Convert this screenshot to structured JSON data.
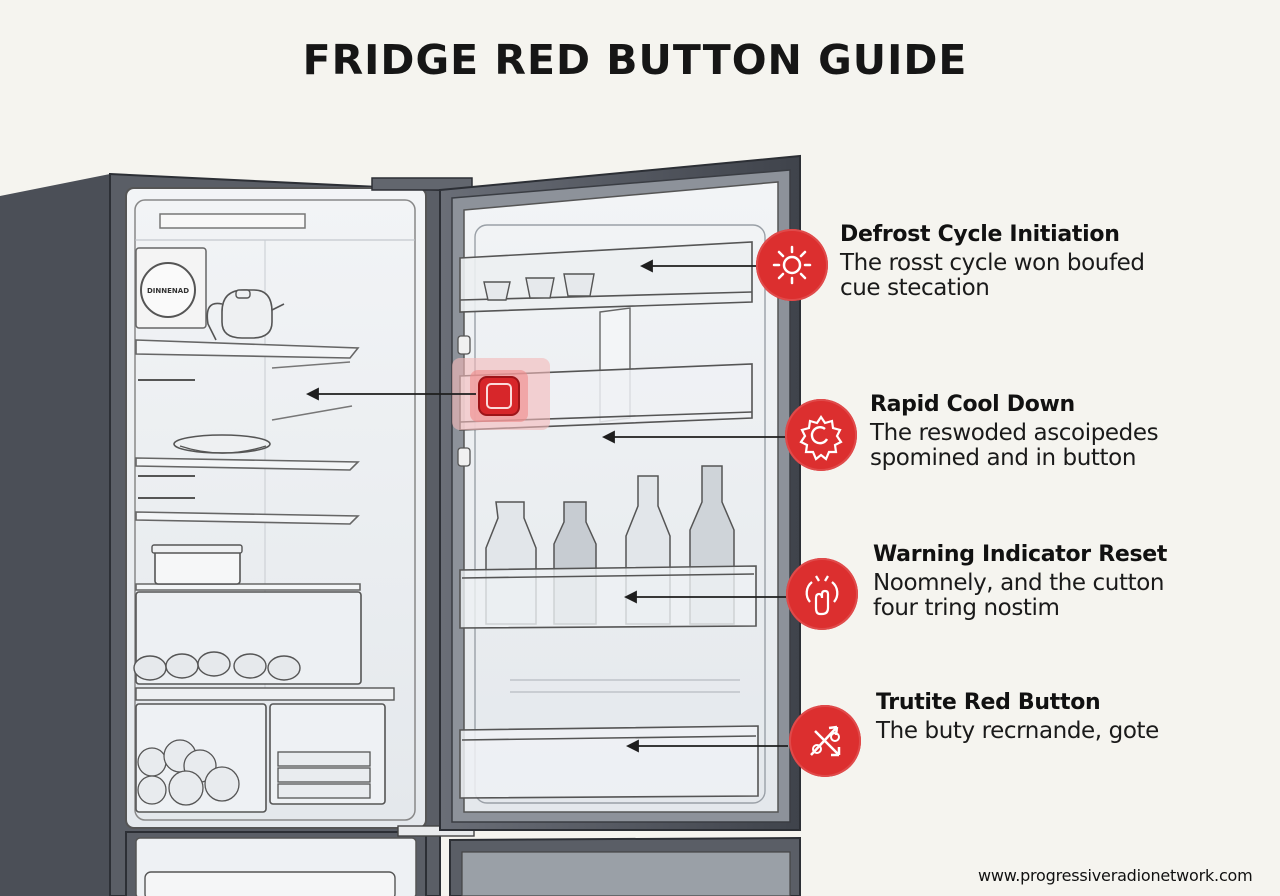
{
  "title": "FRIDGE RED BUTTON GUIDE",
  "dial_label": "DINNENAD",
  "callouts": [
    {
      "heading": "Defrost Cycle Initiation",
      "text": "The rosst cycle won boufed cue stecation",
      "icon": "sun-icon"
    },
    {
      "heading": "Rapid Cool Down",
      "text": "The reswoded ascoipedes spomined and in button",
      "icon": "gear-icon"
    },
    {
      "heading": "Warning Indicator Reset",
      "text": "Noomnely, and the cutton four tring nostim",
      "icon": "alert-hand-icon"
    },
    {
      "heading": "Trutite Red Button",
      "text": "The buty recrnande, gote",
      "icon": "cross-arrows-icon"
    }
  ],
  "website": "www.progressiveradionetwork.com",
  "colors": {
    "accent": "#dc2f2f",
    "fridge_body": "#50545d",
    "interior": "#eef1f4",
    "background": "#f5f4ef"
  }
}
